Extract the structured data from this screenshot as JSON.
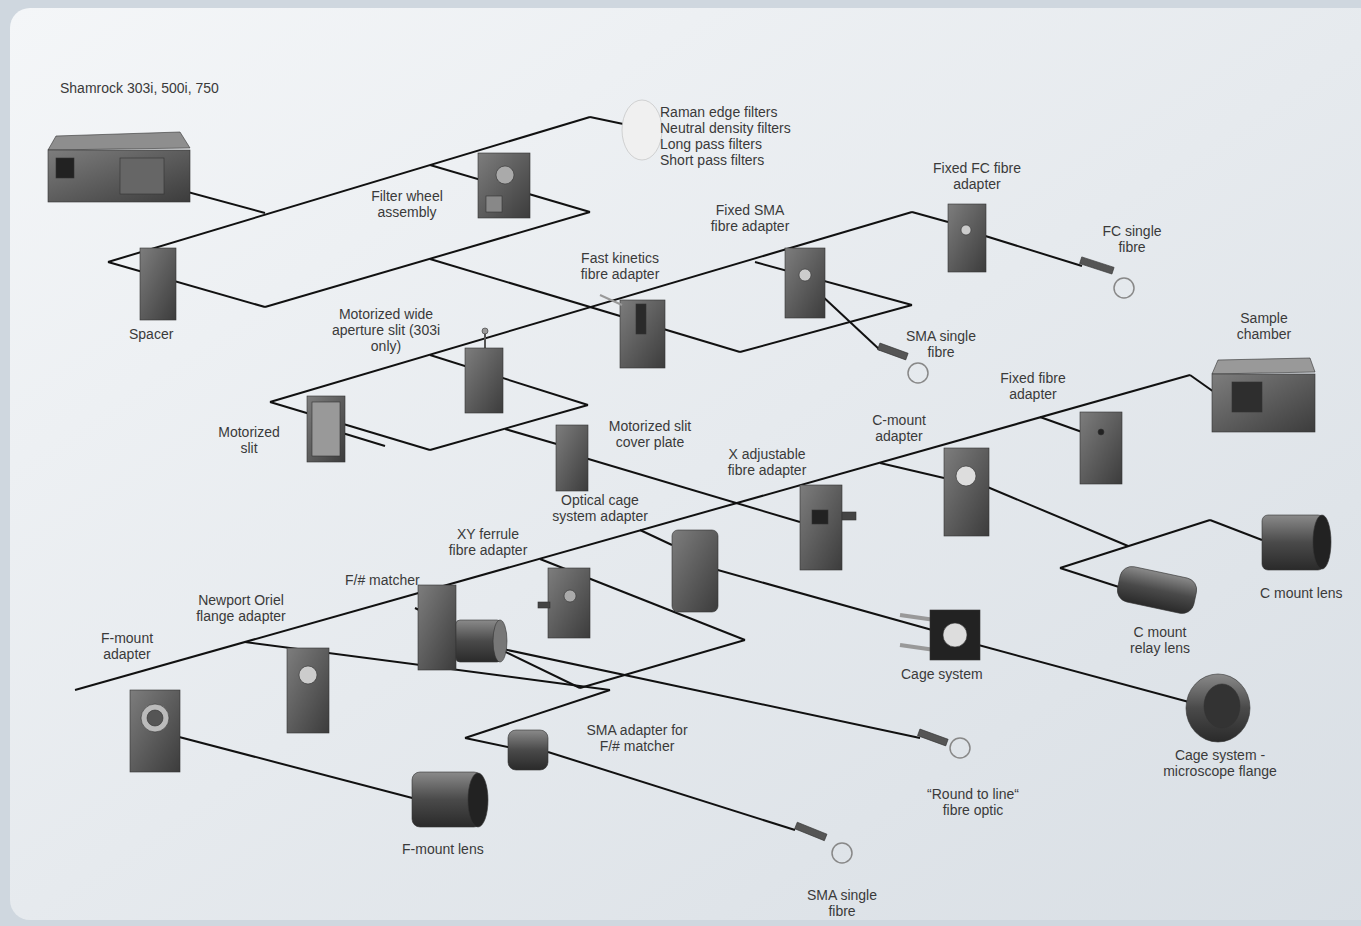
{
  "diagram": {
    "labels": [
      "Shamrock 303i, 500i, 750",
      "Raman edge filters",
      "Neutral density filters",
      "Long pass filters",
      "Short pass filters",
      "Filter wheel assembly",
      "Fixed FC fibre adapter",
      "Fixed SMA fibre adapter",
      "FC single fibre",
      "Fast kinetics fibre adapter",
      "Spacer",
      "SMA single fibre",
      "Motorized wide aperture slit (303i only)",
      "Sample chamber",
      "Fixed fibre adapter",
      "Motorized slit",
      "Motorized slit cover plate",
      "C-mount adapter",
      "X adjustable fibre adapter",
      "Optical cage system adapter",
      "XY ferrule fibre adapter",
      "F/# matcher",
      "Newport Oriel flange adapter",
      "C mount lens",
      "F-mount adapter",
      "C mount relay lens",
      "Cage system",
      "SMA adapter for F/# matcher",
      "“Round to line“ fibre optic",
      "Cage system - microscope flange",
      "F-mount lens",
      "SMA single fibre"
    ]
  }
}
